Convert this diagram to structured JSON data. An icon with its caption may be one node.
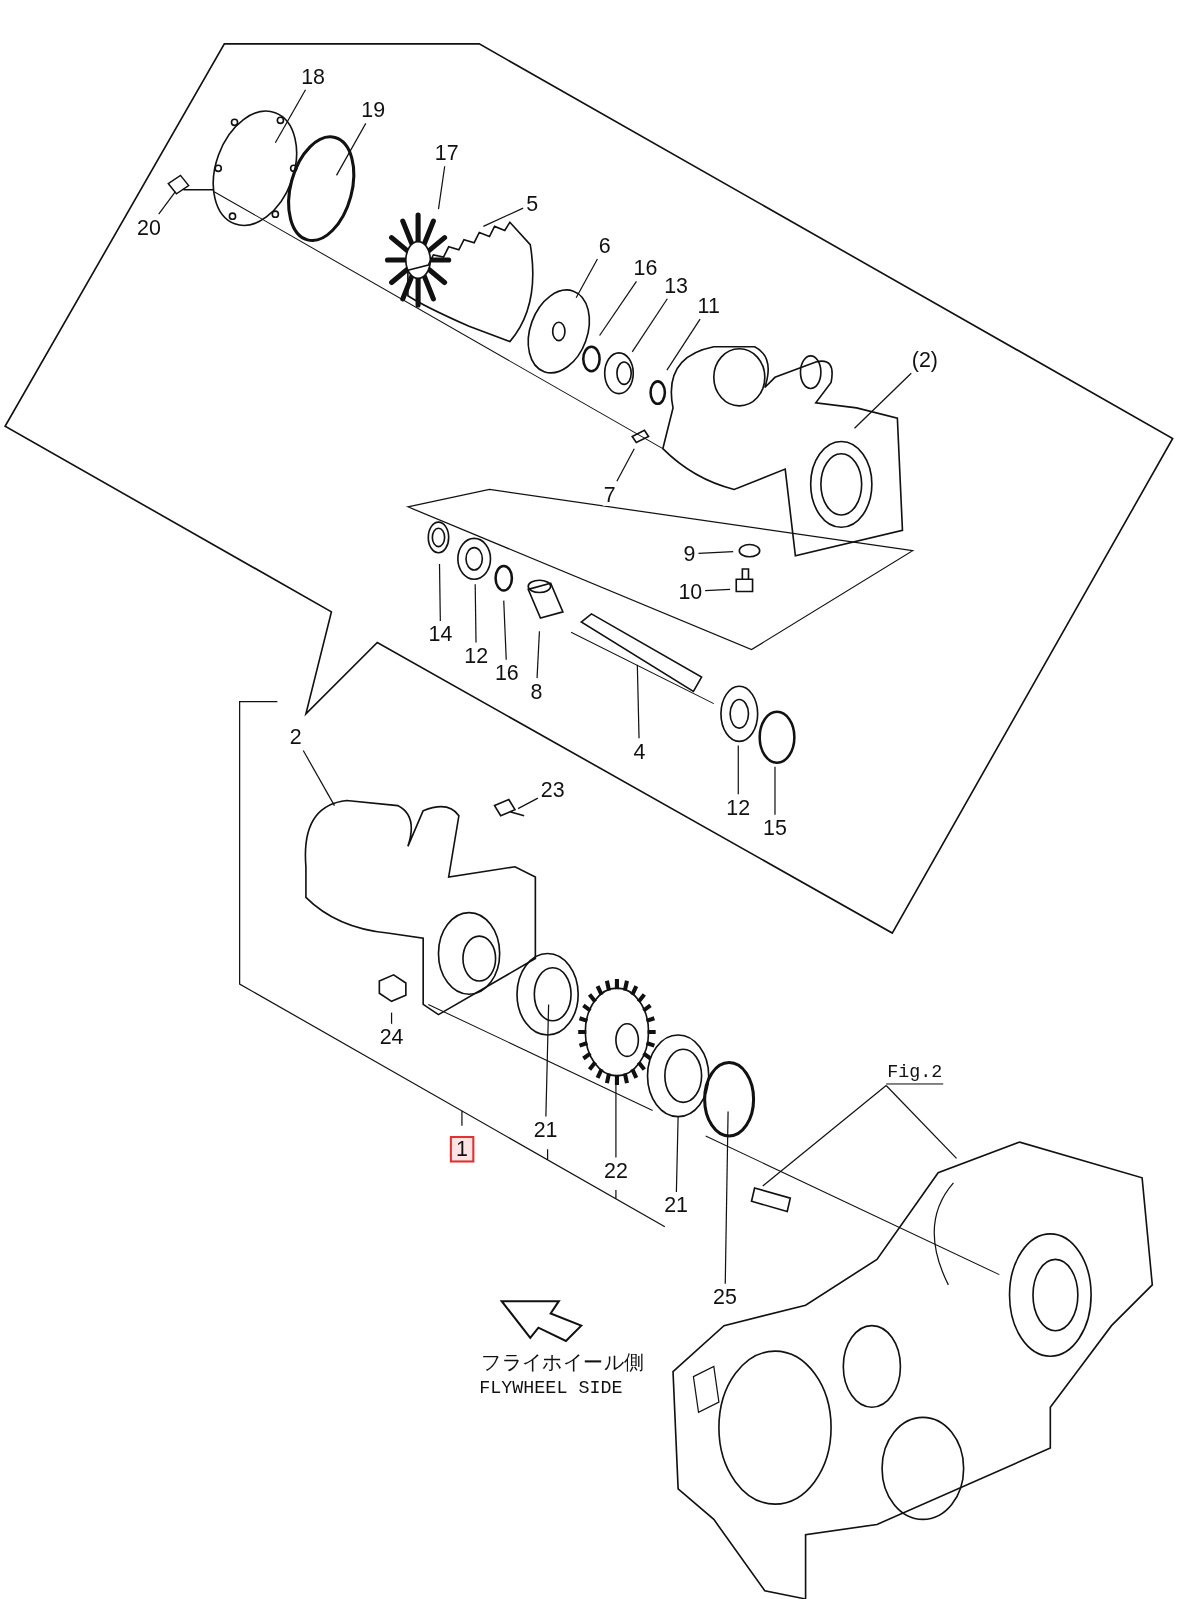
{
  "diagram": {
    "nodes": [
      {
        "text": [
          "18"
        ]
      },
      {
        "text": [
          "19"
        ]
      },
      {
        "text": [
          "17"
        ]
      },
      {
        "text": [
          "20"
        ]
      },
      {
        "text": [
          "5"
        ]
      },
      {
        "text": [
          "6"
        ]
      },
      {
        "text": [
          "16"
        ]
      },
      {
        "text": [
          "13"
        ]
      },
      {
        "text": [
          "11"
        ]
      },
      {
        "text": [
          "(2)"
        ]
      },
      {
        "text": [
          "7"
        ]
      },
      {
        "text": [
          "9"
        ]
      },
      {
        "text": [
          "10"
        ]
      },
      {
        "text": [
          "14"
        ]
      },
      {
        "text": [
          "12"
        ]
      },
      {
        "text": [
          "16"
        ]
      },
      {
        "text": [
          "8"
        ]
      },
      {
        "text": [
          "4"
        ]
      },
      {
        "text": [
          "12"
        ]
      },
      {
        "text": [
          "15"
        ]
      },
      {
        "text": [
          "2"
        ]
      },
      {
        "text": [
          "23"
        ]
      },
      {
        "text": [
          "24"
        ]
      },
      {
        "text": [
          "1"
        ]
      },
      {
        "text": [
          "21"
        ]
      },
      {
        "text": [
          "22"
        ]
      },
      {
        "text": [
          "21"
        ]
      },
      {
        "text": [
          "25"
        ]
      },
      {
        "text": [
          "Fig.2"
        ]
      }
    ],
    "edges": [
      {
        "from": 0,
        "to": null,
        "arrow": "none"
      },
      {
        "from": 1,
        "to": null,
        "arrow": "none"
      },
      {
        "from": 2,
        "to": null,
        "arrow": "none"
      },
      {
        "from": 3,
        "to": null,
        "arrow": "none"
      },
      {
        "from": 4,
        "to": null,
        "arrow": "none"
      },
      {
        "from": 5,
        "to": null,
        "arrow": "none"
      },
      {
        "from": 6,
        "to": null,
        "arrow": "none"
      },
      {
        "from": 7,
        "to": null,
        "arrow": "none"
      },
      {
        "from": 8,
        "to": null,
        "arrow": "none"
      },
      {
        "from": 9,
        "to": null,
        "arrow": "none"
      },
      {
        "from": 10,
        "to": null,
        "arrow": "none"
      },
      {
        "from": 11,
        "to": null,
        "arrow": "none"
      },
      {
        "from": 12,
        "to": null,
        "arrow": "none"
      },
      {
        "from": 13,
        "to": null,
        "arrow": "none"
      },
      {
        "from": 14,
        "to": null,
        "arrow": "none"
      },
      {
        "from": 15,
        "to": null,
        "arrow": "none"
      },
      {
        "from": 16,
        "to": null,
        "arrow": "none"
      },
      {
        "from": 17,
        "to": null,
        "arrow": "none"
      },
      {
        "from": 18,
        "to": null,
        "arrow": "none"
      },
      {
        "from": 19,
        "to": null,
        "arrow": "none"
      },
      {
        "from": 20,
        "to": null,
        "arrow": "none"
      },
      {
        "from": 21,
        "to": null,
        "arrow": "none"
      },
      {
        "from": 22,
        "to": null,
        "arrow": "none"
      },
      {
        "from": 24,
        "to": null,
        "arrow": "none"
      },
      {
        "from": 25,
        "to": null,
        "arrow": "none"
      },
      {
        "from": 26,
        "to": null,
        "arrow": "none"
      },
      {
        "from": 27,
        "to": null,
        "arrow": "none"
      },
      {
        "from": 28,
        "to": null,
        "arrow": "none"
      },
      {
        "from": 28,
        "to": null,
        "arrow": "none"
      }
    ],
    "labels": [
      "フライホイール側",
      "FLYWHEEL SIDE"
    ]
  }
}
